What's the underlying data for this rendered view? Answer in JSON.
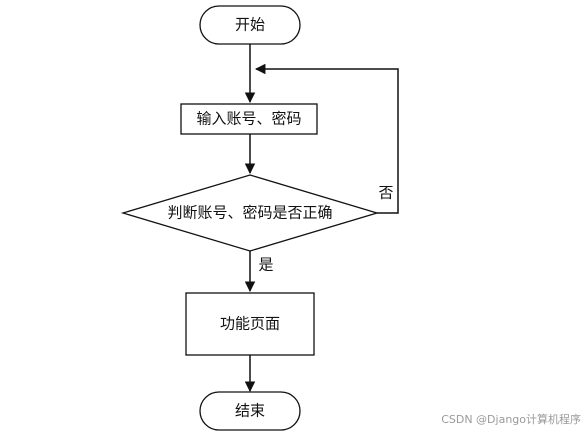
{
  "flowchart": {
    "start_label": "开始",
    "input_label": "输入账号、密码",
    "decision_label": "判断账号、密码是否正确",
    "no_label": "否",
    "yes_label": "是",
    "page_label": "功能页面",
    "end_label": "结束"
  },
  "watermark": "CSDN @Django计算机程序"
}
